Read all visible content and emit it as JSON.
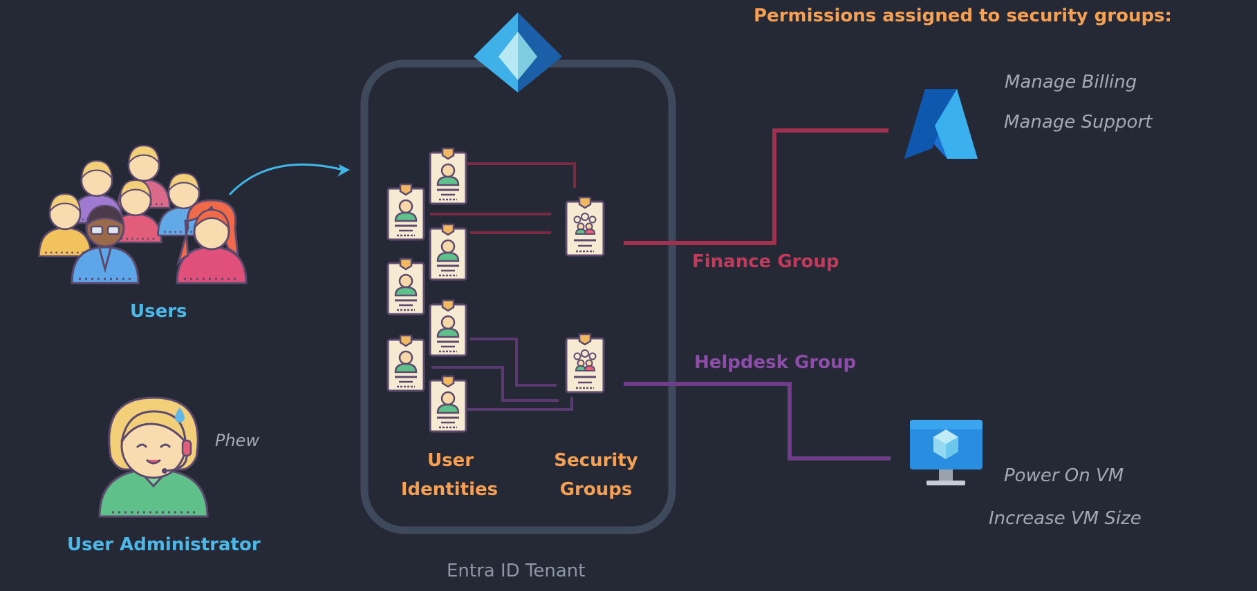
{
  "title": "Permissions assigned to security groups:",
  "users_label": "Users",
  "admin_label": "User Administrator",
  "admin_remark": "Phew",
  "tenant": {
    "label": "Entra ID Tenant",
    "identities_label_line1": "User",
    "identities_label_line2": "Identities",
    "groups_label_line1": "Security",
    "groups_label_line2": "Groups"
  },
  "groups": [
    {
      "name": "Finance Group",
      "color": "#c03a5c"
    },
    {
      "name": "Helpdesk Group",
      "color": "#8e4da8"
    }
  ],
  "permissions": {
    "azure": [
      "Manage Billing",
      "Manage Support"
    ],
    "vm": [
      "Power On VM",
      "Increase VM Size"
    ]
  },
  "icons": {
    "people": "users-group-icon",
    "admin": "support-agent-icon",
    "entra": "entra-id-icon",
    "azure": "azure-logo-icon",
    "vm": "virtual-machine-icon",
    "badge": "id-badge-icon",
    "group_badge": "group-badge-icon"
  },
  "colors": {
    "background": "#252835",
    "accent_orange": "#f5a052",
    "accent_blue": "#4db8e8",
    "tenant_border": "#3e4a5c",
    "finance": "#c03a5c",
    "helpdesk": "#8e4da8"
  }
}
